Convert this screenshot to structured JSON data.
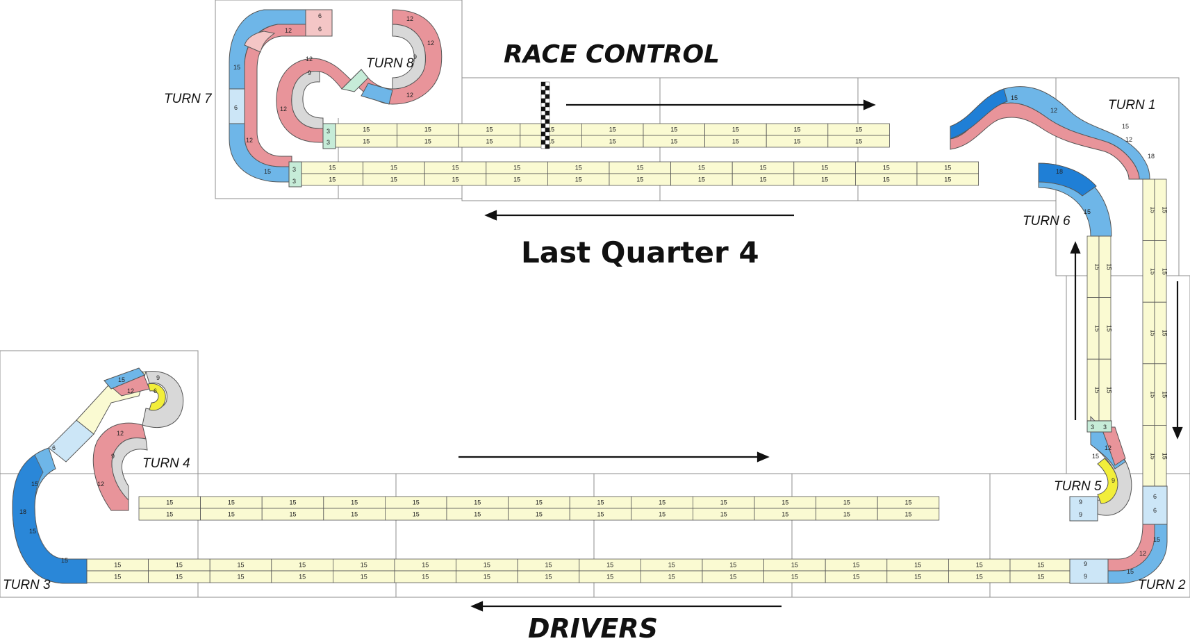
{
  "diagram": {
    "headings": {
      "race_control": "RACE CONTROL",
      "title": "Last Quarter 4",
      "drivers": "DRIVERS"
    },
    "turns": [
      "TURN 1",
      "TURN 2",
      "TURN 3",
      "TURN 4",
      "TURN 5",
      "TURN 6",
      "TURN 7",
      "TURN 8"
    ],
    "straight_segment_label": "15",
    "curve_labels": {
      "r9": "9",
      "r12": "12",
      "r15": "15",
      "r6": "6",
      "r18": "18",
      "r3": "3"
    },
    "colors": {
      "straight": "#fafad2",
      "curve_blue": "#6eb6e8",
      "curve_dark_blue": "#1f7fd6",
      "curve_light_blue": "#cce6f7",
      "curve_red": "#e8949a",
      "curve_pink": "#f4c6c6",
      "curve_grey": "#d8d8d8",
      "curve_yellow": "#f2ee3a",
      "curve_green": "#c6ecd8",
      "outline": "#555555",
      "board": "#8c8c8c"
    }
  }
}
